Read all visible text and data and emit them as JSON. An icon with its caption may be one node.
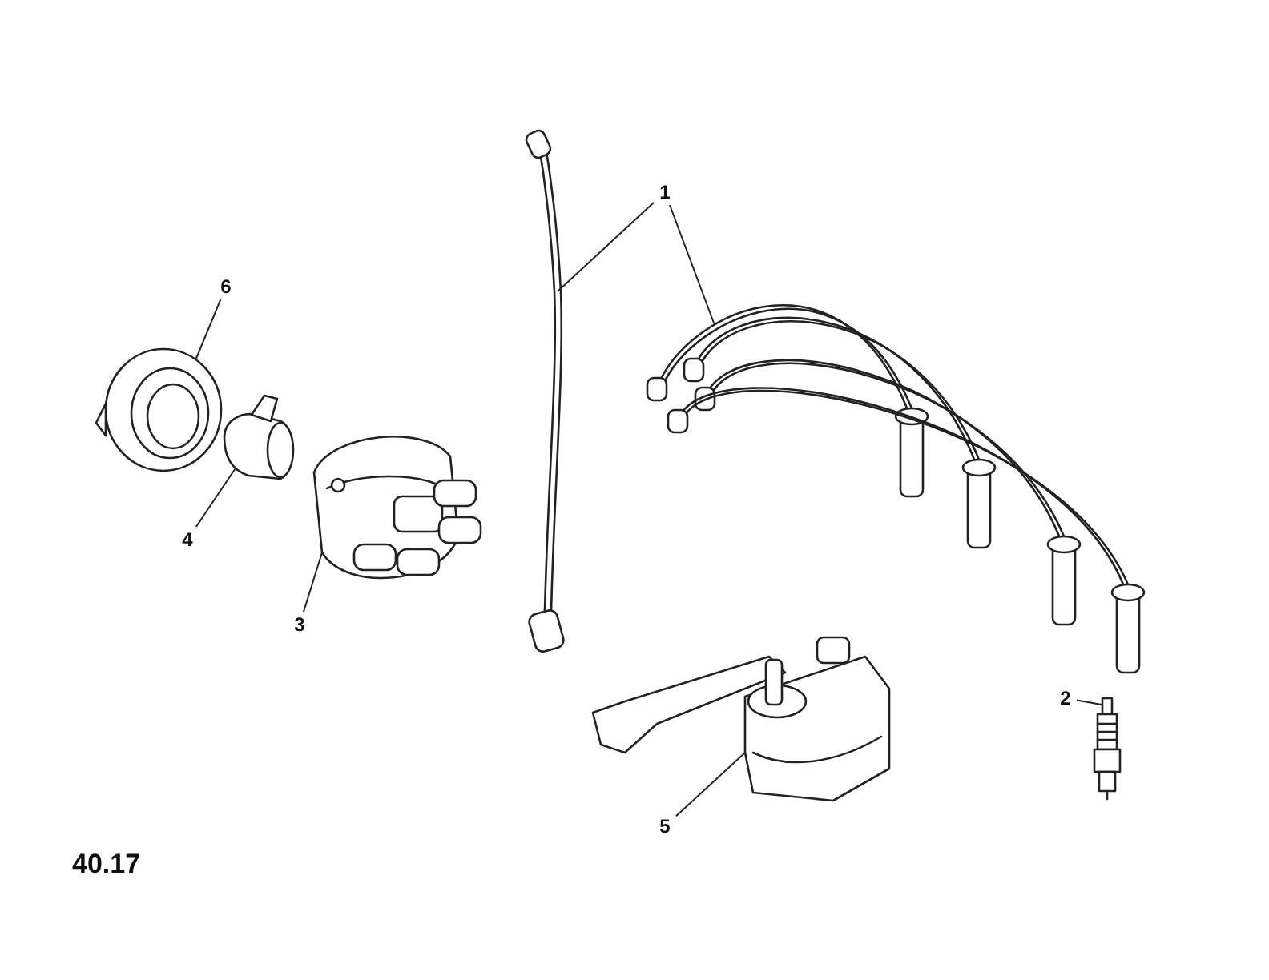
{
  "diagram": {
    "nodes": [
      {
        "text": [
          "1"
        ]
      },
      {
        "text": [
          "2"
        ]
      },
      {
        "text": [
          "3"
        ]
      },
      {
        "text": [
          "4"
        ]
      },
      {
        "text": [
          "5"
        ]
      },
      {
        "text": [
          "6"
        ]
      },
      {
        "text": [],
        "shape": "picture"
      },
      {
        "text": [],
        "shape": "picture"
      },
      {
        "text": [],
        "shape": "picture"
      },
      {
        "text": [],
        "shape": "picture"
      },
      {
        "text": [],
        "shape": "picture"
      },
      {
        "text": [],
        "shape": "picture"
      },
      {
        "text": [],
        "shape": "picture"
      }
    ],
    "edges": [
      {
        "from": 0,
        "to": 6,
        "arrow": "none"
      },
      {
        "from": 0,
        "to": 7,
        "arrow": "none"
      },
      {
        "from": 1,
        "to": 8,
        "arrow": "none"
      },
      {
        "from": 2,
        "to": 9,
        "arrow": "none"
      },
      {
        "from": 3,
        "to": 10,
        "arrow": "none"
      },
      {
        "from": 4,
        "to": 12,
        "arrow": "none"
      },
      {
        "from": 5,
        "to": 11,
        "arrow": "none"
      }
    ],
    "labels": [
      "40.17"
    ]
  }
}
